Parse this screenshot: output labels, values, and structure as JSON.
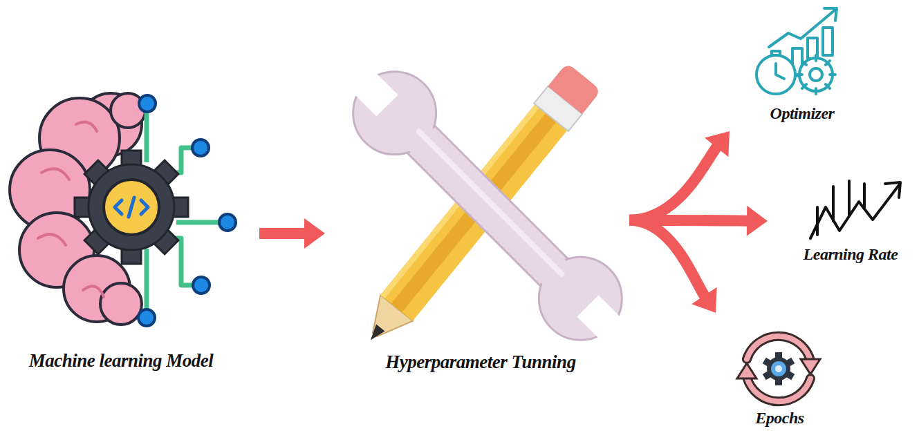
{
  "diagram": {
    "nodes": [
      {
        "text": [
          "Machine learning Model"
        ]
      },
      {
        "text": [
          "Hyperparameter Tunning"
        ]
      },
      {
        "text": [
          "Optimizer"
        ]
      },
      {
        "text": [
          "Learning Rate"
        ]
      },
      {
        "text": [
          "Epochs"
        ]
      }
    ],
    "edges": [
      {
        "from": 0,
        "to": 1,
        "arrow": "to"
      },
      {
        "from": 1,
        "to": 2,
        "arrow": "to"
      },
      {
        "from": 1,
        "to": 3,
        "arrow": "to"
      },
      {
        "from": 1,
        "to": 4,
        "arrow": "to"
      }
    ]
  }
}
